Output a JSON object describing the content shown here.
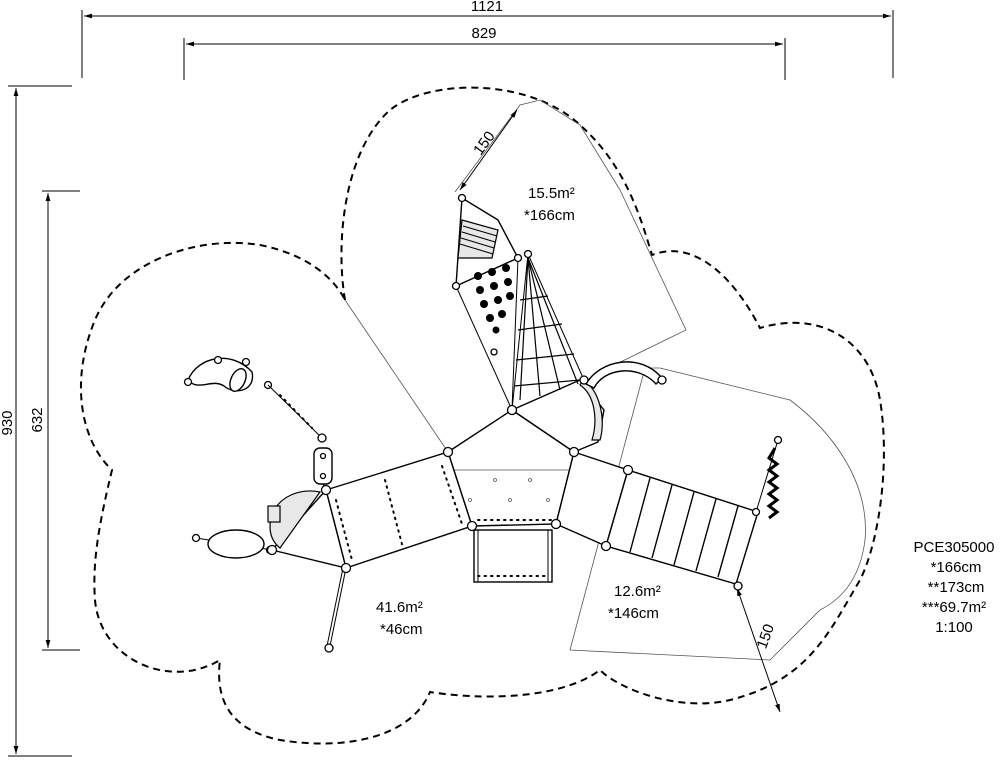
{
  "dimensions": {
    "overall_width": "1121",
    "inner_width": "829",
    "overall_depth": "930",
    "inner_depth": "632",
    "free_space_top": "150",
    "free_space_right": "150"
  },
  "zones": {
    "top": {
      "area": "15.5m²",
      "height": "*166cm"
    },
    "left": {
      "area": "41.6m²",
      "height": "*46cm"
    },
    "right": {
      "area": "12.6m²",
      "height": "*146cm"
    }
  },
  "info": {
    "product_code": "PCE305000",
    "line1": "*166cm",
    "line2": "**173cm",
    "line3": "***69.7m²",
    "scale": "1:100"
  }
}
